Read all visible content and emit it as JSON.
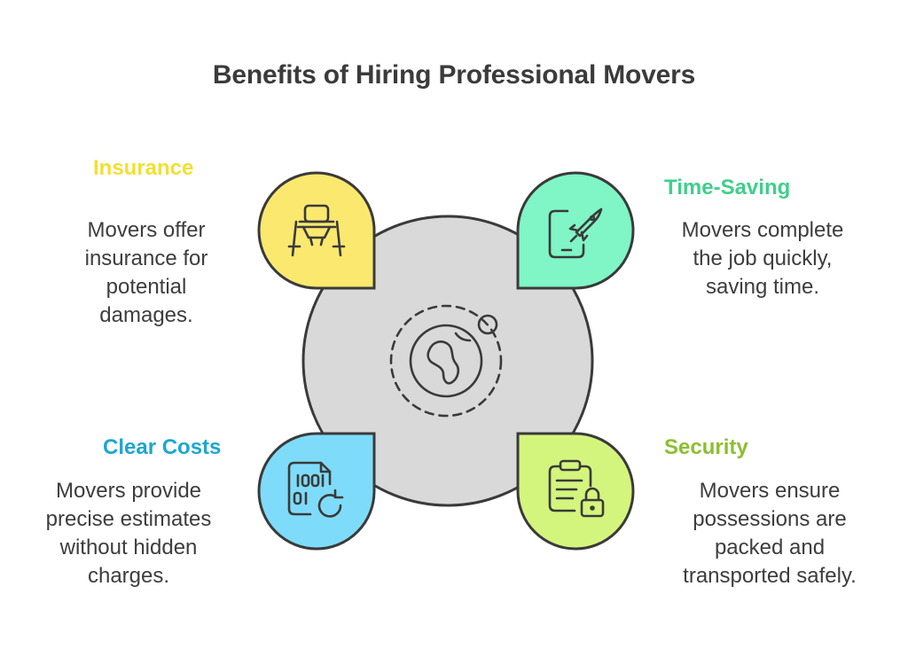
{
  "title": "Benefits of Hiring Professional Movers",
  "colors": {
    "insurance": "#fae96e",
    "time_saving": "#80f5c6",
    "clear_costs": "#7edcfa",
    "security": "#d4f57d",
    "center": "#d9d9d9",
    "insurance_heading": "#f2e032",
    "time_saving_heading": "#3fcf8c",
    "clear_costs_heading": "#1ea6cf",
    "security_heading": "#8cbf31"
  },
  "benefits": [
    {
      "heading": "Insurance",
      "description": "Movers offer\ninsurance for\npotential\ndamages.",
      "icon": "high-chair-icon"
    },
    {
      "heading": "Time-Saving",
      "description": "Movers complete\nthe job quickly,\nsaving time.",
      "icon": "phone-rocket-icon"
    },
    {
      "heading": "Clear Costs",
      "description": "Movers provide\nprecise estimates\nwithout hidden\ncharges.",
      "icon": "binary-refresh-icon"
    },
    {
      "heading": "Security",
      "description": "Movers ensure\npossessions are\npacked and\ntransported safely.",
      "icon": "clipboard-lock-icon"
    }
  ],
  "center_icon": "globe-orbit-icon"
}
